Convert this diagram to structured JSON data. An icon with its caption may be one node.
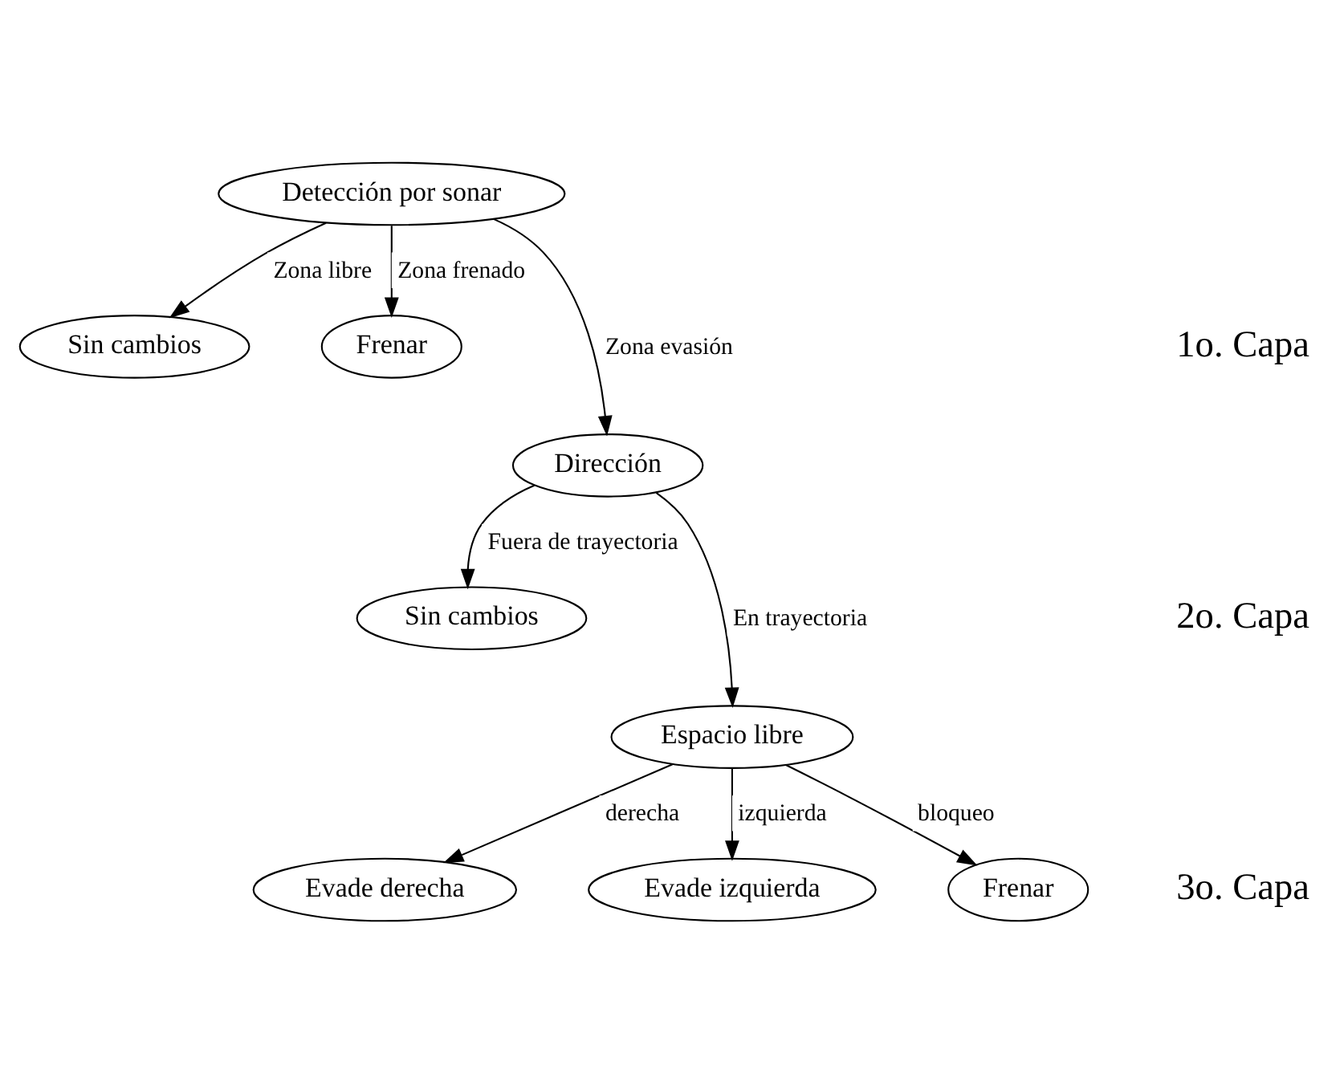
{
  "diagram": {
    "nodes": [
      {
        "text": [
          "Detección por sonar"
        ]
      },
      {
        "text": [
          "Sin cambios"
        ]
      },
      {
        "text": [
          "Frenar"
        ]
      },
      {
        "text": [
          "Dirección"
        ]
      },
      {
        "text": [
          "Sin cambios"
        ]
      },
      {
        "text": [
          "Espacio libre"
        ]
      },
      {
        "text": [
          "Evade derecha"
        ]
      },
      {
        "text": [
          "Evade izquierda"
        ]
      },
      {
        "text": [
          "Frenar"
        ]
      }
    ],
    "edges": [
      {
        "from": 0,
        "to": 1,
        "arrow": "to",
        "label": "Zona libre"
      },
      {
        "from": 0,
        "to": 3,
        "arrow": "to",
        "label": "Zona evasión"
      },
      {
        "from": 0,
        "to": 2,
        "arrow": "to",
        "label": "Zona frenado"
      },
      {
        "from": 3,
        "to": 4,
        "arrow": "to",
        "label": "Fuera de trayectoria"
      },
      {
        "from": 3,
        "to": 5,
        "arrow": "to",
        "label": "En trayectoria"
      },
      {
        "from": 5,
        "to": 6,
        "arrow": "to",
        "label": "derecha"
      },
      {
        "from": 5,
        "to": 7,
        "arrow": "to",
        "label": "izquierda"
      },
      {
        "from": 5,
        "to": 8,
        "arrow": "to",
        "label": "bloqueo"
      }
    ],
    "labels": [
      "1o. Capa",
      "2o. Capa",
      "3o. Capa"
    ]
  }
}
